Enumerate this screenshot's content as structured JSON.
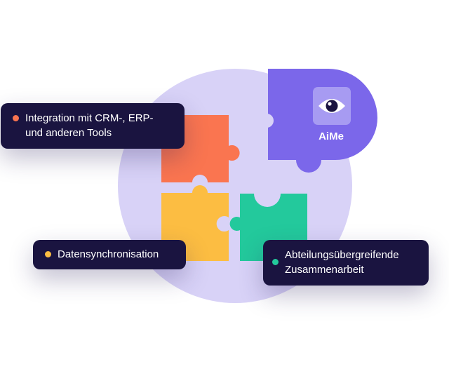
{
  "brand": {
    "name": "AiMe",
    "icon": "eye-icon"
  },
  "colors": {
    "circle": "#d8d2f7",
    "purple_piece": "#7b67ea",
    "orange_piece": "#fa7550",
    "yellow_piece": "#fcbd42",
    "green_piece": "#23c99c",
    "tag_background": "#1a1440",
    "dot_orange": "#fa7550",
    "dot_yellow": "#fcbd42",
    "dot_green": "#23c99c"
  },
  "tags": {
    "integration": "Integration mit CRM-, ERP-\nund anderen Tools",
    "sync": "Datensynchronisation",
    "department": "Abteilungsübergreifende\nZusammenarbeit"
  }
}
